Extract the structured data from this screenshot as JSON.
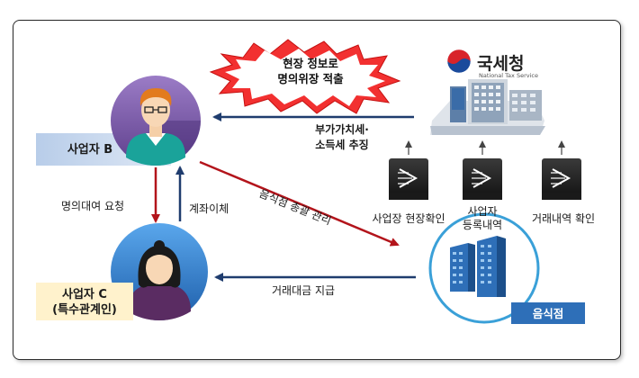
{
  "agency": {
    "name_ko": "국세청",
    "name_en": "National Tax Service"
  },
  "burst": {
    "line1": "현장 정보로",
    "line2": "명의위장 적출"
  },
  "nodes": {
    "business_b": "사업자 B",
    "business_c_line1": "사업자 C",
    "business_c_line2": "(특수관계인)",
    "restaurant": "음식점"
  },
  "arrows": {
    "tax_collect_line1": "부가가치세·",
    "tax_collect_line2": "소득세 추징",
    "name_lending_request": "명의대여 요청",
    "account_transfer": "계좌이체",
    "restaurant_management": "음식점 총괄 관리",
    "payment": "거래대금 지급"
  },
  "servers": [
    {
      "label": "사업장 현장확인"
    },
    {
      "label": "사업자\n등록내역"
    },
    {
      "label": "거래내역 확인"
    }
  ],
  "colors": {
    "navy": "#1f3c6e",
    "dark_red": "#b3141b",
    "light_blue_box": "#c9d9ee",
    "yellow_box": "#fff2cc",
    "restaurant_box": "#2e6fb8",
    "circle_purple": "#7a5aa6",
    "circle_blue": "#2f7fd0"
  }
}
